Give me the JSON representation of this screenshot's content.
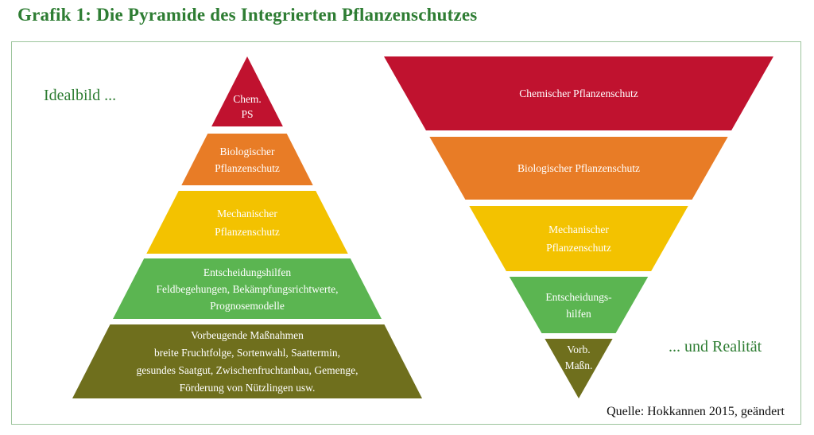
{
  "page": {
    "title": "Grafik 1: Die Pyramide des Integrierten Pflanzenschutzes",
    "source": "Quelle: Hokkannen 2015, geändert"
  },
  "labels": {
    "ideal": "Idealbild ...",
    "reality": "... und Realität"
  },
  "colors": {
    "chemical": "#c0122f",
    "biological": "#e87c26",
    "mechanical": "#f3c200",
    "decision": "#5bb551",
    "preventive": "#6f6f1d",
    "accent_green": "#2e7d33",
    "box_border": "#9cc49c",
    "source_text": "#111111"
  },
  "pyramid_ideal": {
    "caption": "Idealbild ...",
    "layers": [
      {
        "id": "chemical",
        "lines": [
          "Chem.",
          "PS"
        ]
      },
      {
        "id": "biological",
        "lines": [
          "Biologischer",
          "Pflanzenschutz"
        ]
      },
      {
        "id": "mechanical",
        "lines": [
          "Mechanischer",
          "Pflanzenschutz"
        ]
      },
      {
        "id": "decision",
        "lines": [
          "Entscheidungshilfen",
          "Feldbegehungen, Bekämpfungsrichtwerte,",
          "Prognosemodelle"
        ]
      },
      {
        "id": "preventive",
        "lines": [
          "Vorbeugende Maßnahmen",
          "breite Fruchtfolge, Sortenwahl, Saattermin,",
          "gesundes Saatgut, Zwischenfruchtanbau, Gemenge,",
          "Förderung von Nützlingen usw."
        ]
      }
    ]
  },
  "pyramid_reality": {
    "caption": "... und Realität",
    "layers": [
      {
        "id": "chemical",
        "lines": [
          "Chemischer Pflanzenschutz"
        ]
      },
      {
        "id": "biological",
        "lines": [
          "Biologischer Pflanzenschutz"
        ]
      },
      {
        "id": "mechanical",
        "lines": [
          "Mechanischer",
          "Pflanzenschutz"
        ]
      },
      {
        "id": "decision",
        "lines": [
          "Entscheidungs-",
          "hilfen"
        ]
      },
      {
        "id": "preventive",
        "lines": [
          "Vorb.",
          "Maßn."
        ]
      }
    ]
  }
}
